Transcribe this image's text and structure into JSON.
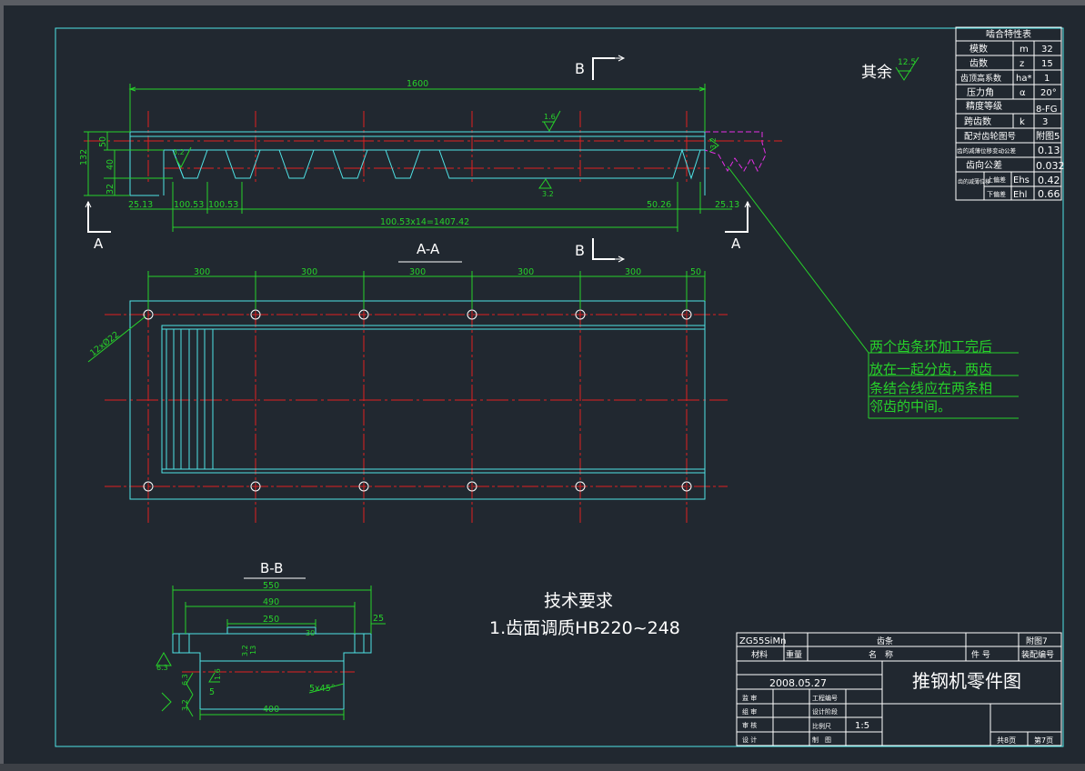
{
  "drawing": {
    "mesh_table": {
      "title": "啮合特性表",
      "rows": [
        {
          "label": "模数",
          "sym": "m",
          "val": "32"
        },
        {
          "label": "齿数",
          "sym": "z",
          "val": "15"
        },
        {
          "label": "齿顶高系数",
          "sym": "ha*",
          "val": "1"
        },
        {
          "label": "压力角",
          "sym": "α",
          "val": "20°"
        },
        {
          "label": "精度等级",
          "sym": "",
          "val": "8-FG"
        },
        {
          "label": "跨齿数",
          "sym": "k",
          "val": "3"
        },
        {
          "label": "配对齿轮图号",
          "sym": "",
          "val": "附图5"
        },
        {
          "label": "齿的减薄位移变动公差",
          "sym": "",
          "val": "0.13"
        },
        {
          "label": "齿向公差",
          "sym": "",
          "val": "0.032"
        }
      ],
      "thin_label": "齿的减薄位移",
      "upper_label": "上偏差",
      "upper_sym": "Ehs",
      "upper_val": "0.42",
      "lower_label": "下偏差",
      "lower_sym": "Ehl",
      "lower_val": "0.66"
    },
    "roughness_note": {
      "text": "其余",
      "value": "12.5"
    },
    "section_marks": {
      "b": "B",
      "a": "A"
    },
    "section_titles": {
      "aa": "A-A",
      "bb": "B-B"
    },
    "front_view": {
      "total_length": "1600",
      "pitch1": "100.53",
      "pitch2": "100.53",
      "end_left": "25.13",
      "end_right": "25.13",
      "right_pitch": "50.26",
      "pitch_total": "100.53x14=1407.42",
      "h_total": "132",
      "h_50": "50",
      "h_40": "40",
      "h_32": "32",
      "rough_16": "1.6",
      "rough_32a": "3.2",
      "rough_32b": "3.2",
      "rough_32c": "3.2"
    },
    "aa_view": {
      "spacing": [
        "300",
        "300",
        "300",
        "300",
        "300"
      ],
      "end": "50",
      "holes": "12xØ22"
    },
    "bb_view": {
      "w550": "550",
      "w490": "490",
      "w250": "250",
      "w400": "400",
      "d25": "25",
      "d30": "30",
      "d13": "13",
      "d5": "5",
      "chamfer": "5x45°",
      "r63a": "6.3",
      "r63b": "6.3",
      "r32": "3.2",
      "r16": "1.6",
      "r32b": "3.2"
    },
    "note_lines": [
      "两个齿条环加工完后",
      "放在一起分齿，两齿",
      "条结合线应在两条相",
      "邻齿的中间。"
    ],
    "tech": {
      "title": "技术要求",
      "item1": "1.齿面调质HB220~248"
    },
    "title_block": {
      "material": "ZG55SiMn",
      "part": "齿条",
      "fig": "附图7",
      "h_material": "材料",
      "h_weight": "重量",
      "h_name": "名　称",
      "h_count": "件 号",
      "h_drawing_no": "装配编号",
      "date": "2008.05.27",
      "title": "推钢机零件图",
      "rows": [
        "监 审",
        "组 审",
        "审 核",
        "设 计"
      ],
      "mid": [
        "工程编号",
        "设计阶段",
        "比例尺",
        "制　图"
      ],
      "scale": "1:5",
      "total_pages": "共8页",
      "page": "第7页"
    }
  },
  "colors": {
    "background": "#212830",
    "cyan": "#4fe3e6",
    "green": "#27d22a",
    "red": "#e11f1f",
    "white": "#ffffff",
    "magenta": "#e62fe6"
  }
}
